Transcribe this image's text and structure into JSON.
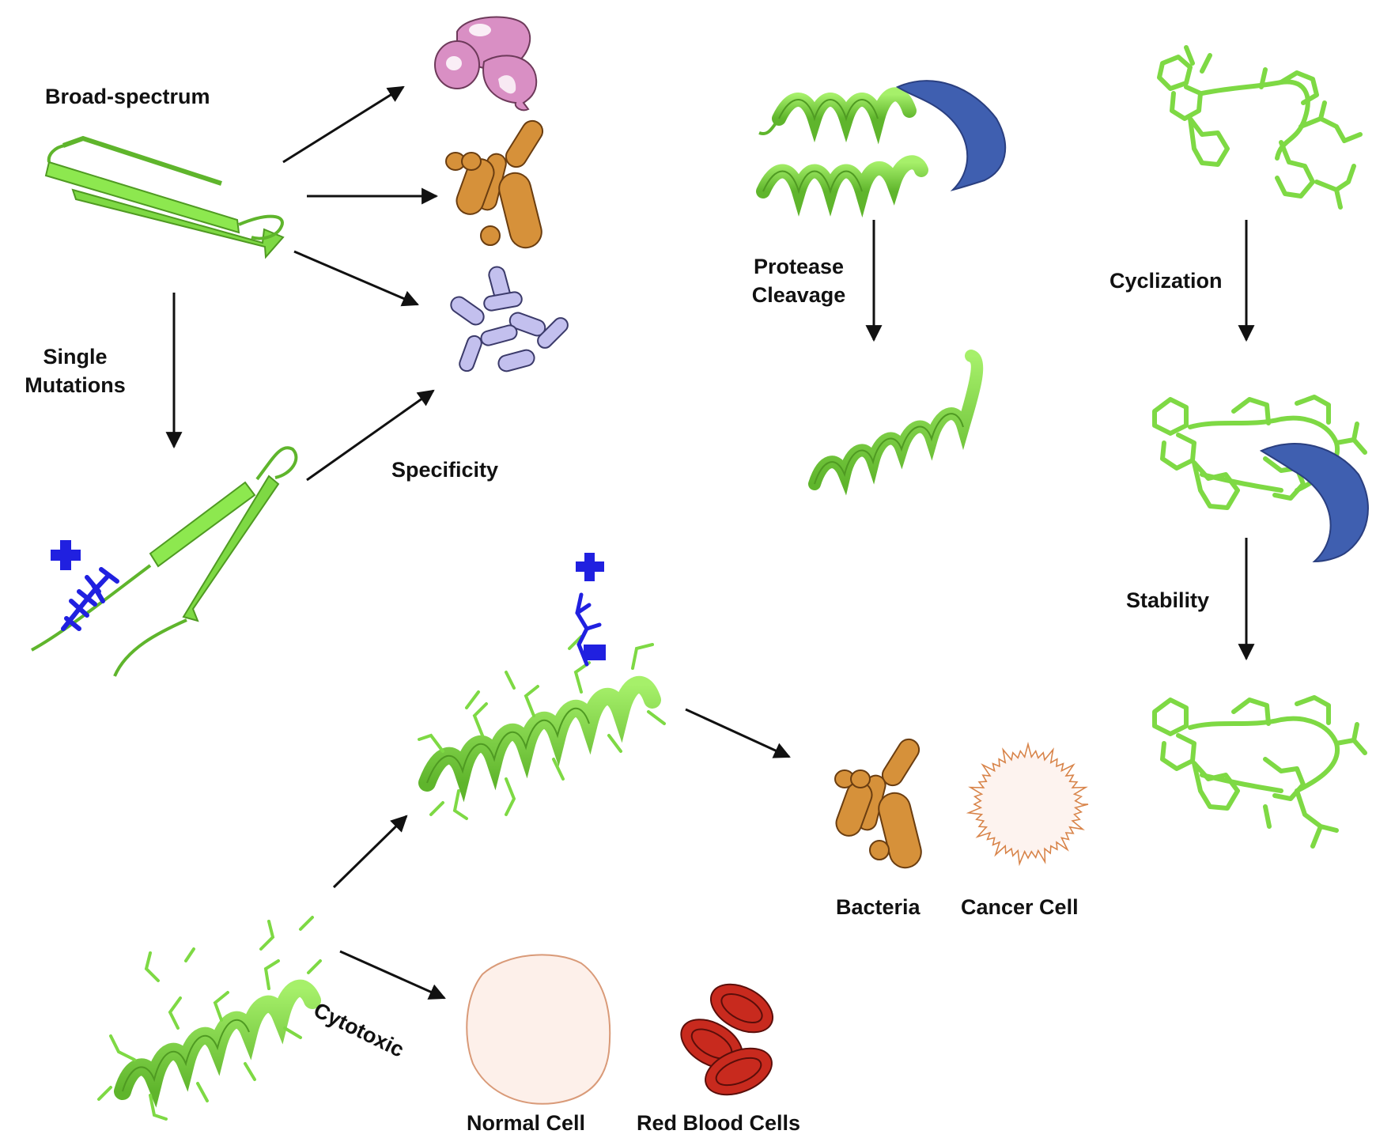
{
  "labels": {
    "broad_spectrum": "Broad-spectrum",
    "single_mutations": [
      "Single",
      "Mutations"
    ],
    "specificity": "Specificity",
    "protease_cleavage": [
      "Protease",
      "Cleavage"
    ],
    "cyclization": "Cyclization",
    "stability": "Stability",
    "cytotoxic": "Cytotoxic",
    "bacteria": "Bacteria",
    "cancer_cell": "Cancer Cell",
    "normal_cell": "Normal Cell",
    "red_blood_cells": "Red Blood Cells"
  },
  "colors": {
    "peptide": "#86e34a",
    "peptide_dark": "#4f9a22",
    "cationic_residue": "#2020e0",
    "protease": "#3f5fb0",
    "fungi": "#d98fc4",
    "bacteria": "#d6913a",
    "bacilli": "#c3c0ee",
    "normal_cell": "#fdf0ea",
    "cancer_cell": "#fdf3ef",
    "red_blood_cell": "#c82a1e",
    "arrow": "#111111"
  },
  "icons": {
    "plus": "plus-icon"
  }
}
